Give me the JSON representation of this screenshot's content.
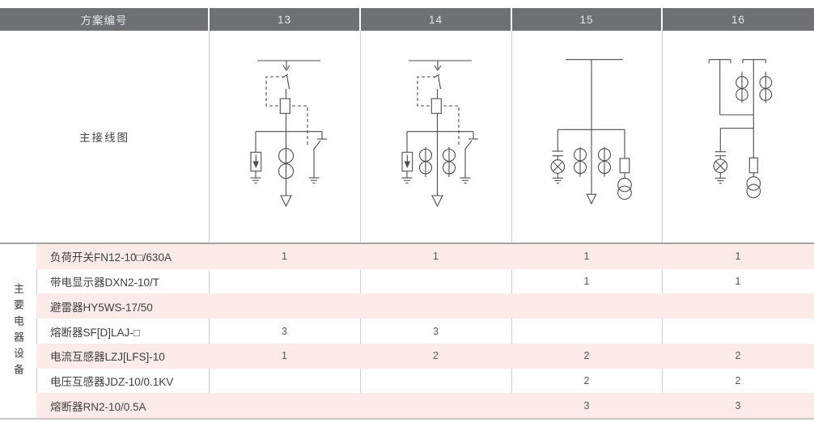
{
  "header": {
    "label": "方案编号",
    "schemes": [
      "13",
      "14",
      "15",
      "16"
    ]
  },
  "diagram_row": {
    "label": "主接线图",
    "diagrams": [
      {
        "scheme": "13",
        "description": "load-switch with fuse, striker interlock, arrester box, one CT pair, earthing switch, outgoing feeder"
      },
      {
        "scheme": "14",
        "description": "load-switch with fuse, striker interlock, arrester box, two CT pairs, earthing switch, outgoing feeder"
      },
      {
        "scheme": "15",
        "description": "plain incoming line, live-display lamp, two CT pairs, fuse with PT, outgoing feeder"
      },
      {
        "scheme": "16",
        "description": "double busbar sections, two CT pairs, live-display lamp, fuse with PT"
      }
    ]
  },
  "equipment_section": {
    "vertical_label": "主要电器设备",
    "rows": [
      {
        "name": "负荷开关FN12-10□/630A",
        "quantities": [
          "1",
          "1",
          "1",
          "1"
        ]
      },
      {
        "name": "带电显示器DXN2-10/T",
        "quantities": [
          "",
          "",
          "1",
          "1"
        ]
      },
      {
        "name": "避雷器HY5WS-17/50",
        "quantities": [
          "",
          "",
          "",
          ""
        ]
      },
      {
        "name": "熔断器SF[D]LAJ-□",
        "quantities": [
          "3",
          "3",
          "",
          ""
        ]
      },
      {
        "name": "电流互感器LZJ[LFS]-10",
        "quantities": [
          "1",
          "2",
          "2",
          "2"
        ]
      },
      {
        "name": "电压互感器JDZ-10/0.1KV",
        "quantities": [
          "",
          "",
          "2",
          "2"
        ]
      },
      {
        "name": "熔断器RN2-10/0.5A",
        "quantities": [
          "",
          "",
          "3",
          "3"
        ]
      }
    ]
  },
  "colors": {
    "header_bg": "#6f7073",
    "header_text": "#e6e6e6",
    "row_pink": "#fcebe8",
    "row_white": "#ffffff",
    "separator_light": "#cfcfcf",
    "separator_dark": "#a2a2a3",
    "text": "#3f4041",
    "diagram_stroke": "#4c4d4f"
  }
}
